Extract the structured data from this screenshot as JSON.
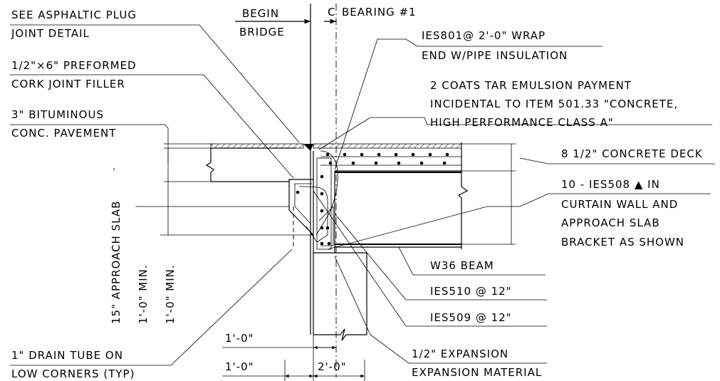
{
  "labels": {
    "asphaltic_1": "SEE ASPHALTIC PLUG",
    "asphaltic_2": "JOINT DETAIL",
    "begin_1": "BEGIN",
    "begin_2": "BRIDGE",
    "bearing": "BEARING #1",
    "cl_symbol": "C",
    "ies801_1": "IES801@ 2'-0\" WRAP",
    "ies801_2": "END W/PIPE INSULATION",
    "cork_frac": "1/2\"×6\" PREFORMED",
    "cork_2": "CORK JOINT FILLER",
    "coats_1": "2 COATS TAR EMULSION PAYMENT",
    "coats_2": "INCIDENTAL TO ITEM 501.33 \"CONCRETE,",
    "coats_3": "HIGH PERFORMANCE CLASS A\"",
    "bitum_1": "3\" BITUMINOUS",
    "bitum_2": "CONC. PAVEMENT",
    "deck": "8 1/2\" CONCRETE DECK",
    "ies508_1": "10 - IES508 ▲ IN",
    "ies508_2": "CURTAIN WALL AND",
    "ies508_3": "APPROACH SLAB",
    "ies508_4": "BRACKET AS SHOWN",
    "approach_slab": "15\" APPROACH SLAB",
    "min_1": "1'-0\" MIN.",
    "min_2": "1'-0\" MIN.",
    "beam": "W36 BEAM",
    "ies510": "IES510 @ 12\"",
    "ies509": "IES509 @ 12\"",
    "dim_1ft_top": "1'-0\"",
    "dim_1ft_bot": "1'-0\"",
    "dim_2ft": "2'-0\"",
    "drain_1": "1\" DRAIN TUBE ON",
    "drain_2": "LOW CORNERS (TYP)",
    "exp_1": "1/2\" EXPANSION",
    "exp_2": "EXPANSION MATERIAL"
  }
}
